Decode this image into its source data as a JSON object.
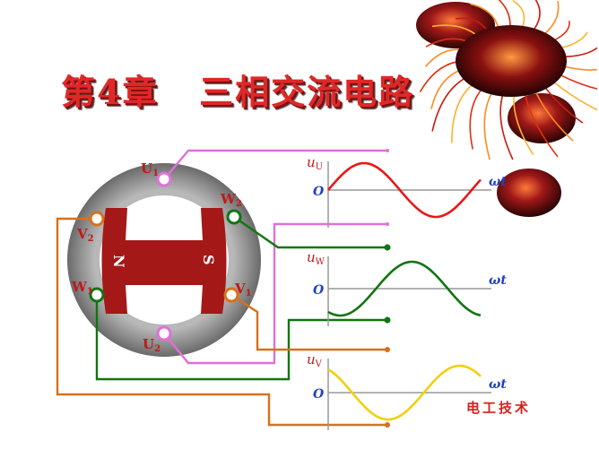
{
  "title": "第4章   三相交流电路",
  "brand": "电工技术",
  "rotor": {
    "north": "N",
    "south": "S"
  },
  "terminals": {
    "U1": {
      "main": "U",
      "sub": "1"
    },
    "U2": {
      "main": "U",
      "sub": "2"
    },
    "V1": {
      "main": "V",
      "sub": "1"
    },
    "V2": {
      "main": "V",
      "sub": "2"
    },
    "W1": {
      "main": "W",
      "sub": "1"
    },
    "W2": {
      "main": "W",
      "sub": "2"
    }
  },
  "waves": [
    {
      "id": "u",
      "ylabel": "u",
      "ysub": "U",
      "origin": "O",
      "xlabel": "ωt",
      "color": "#e81818"
    },
    {
      "id": "w",
      "ylabel": "u",
      "ysub": "W",
      "origin": "O",
      "xlabel": "ωt",
      "color": "#117511"
    },
    {
      "id": "v",
      "ylabel": "u",
      "ysub": "V",
      "origin": "O",
      "xlabel": "ωt",
      "color": "#f2cf10"
    }
  ],
  "colors": {
    "u_wire": "#e070d8",
    "w_wire": "#117511",
    "v_wire": "#d8701a",
    "stator": "#8a8a8a",
    "rotor": "#a41818",
    "axis": "#999999",
    "label_blue": "#2040c0",
    "label_red": "#c01818"
  }
}
